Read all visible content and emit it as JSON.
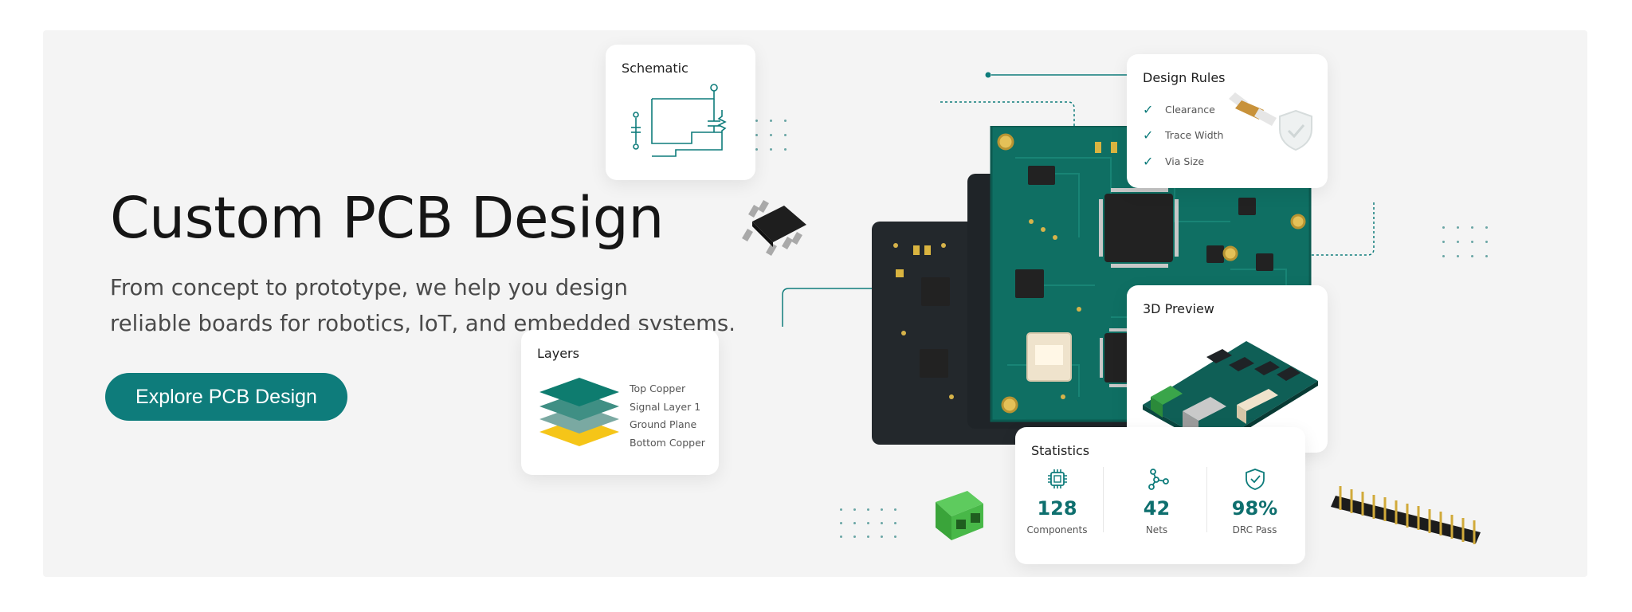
{
  "hero": {
    "title": "Custom PCB Design",
    "subtitle_line1": "From concept to prototype, we help you design",
    "subtitle_line2": "reliable boards for robotics, IoT, and embedded systems.",
    "cta_label": "Explore PCB Design"
  },
  "schematic_card": {
    "title": "Schematic"
  },
  "layers_card": {
    "title": "Layers",
    "layers": [
      "Top Copper",
      "Signal Layer 1",
      "Ground Plane",
      "Bottom Copper"
    ]
  },
  "rules_card": {
    "title": "Design Rules",
    "rules": [
      "Clearance",
      "Trace Width",
      "Via Size"
    ]
  },
  "preview_card": {
    "title": "3D Preview"
  },
  "stats_card": {
    "title": "Statistics",
    "items": [
      {
        "value": "128",
        "label": "Components",
        "icon": "chip-icon"
      },
      {
        "value": "42",
        "label": "Nets",
        "icon": "network-icon"
      },
      {
        "value": "98%",
        "label": "DRC Pass",
        "icon": "shield-check-icon"
      }
    ]
  },
  "colors": {
    "accent": "#0e7c7b",
    "pcb_green": "#0f6f63",
    "pcb_dark": "#22272b",
    "gold": "#c9a227"
  }
}
